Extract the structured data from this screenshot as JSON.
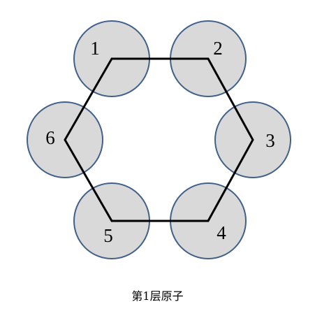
{
  "caption": "第1层原子",
  "colors": {
    "atom_fill": "#d9d9d9",
    "atom_stroke": "#41608a",
    "bond": "#000000",
    "label": "#000000"
  },
  "atoms": [
    {
      "id": "1",
      "label": "1"
    },
    {
      "id": "2",
      "label": "2"
    },
    {
      "id": "3",
      "label": "3"
    },
    {
      "id": "4",
      "label": "4"
    },
    {
      "id": "5",
      "label": "5"
    },
    {
      "id": "6",
      "label": "6"
    }
  ]
}
